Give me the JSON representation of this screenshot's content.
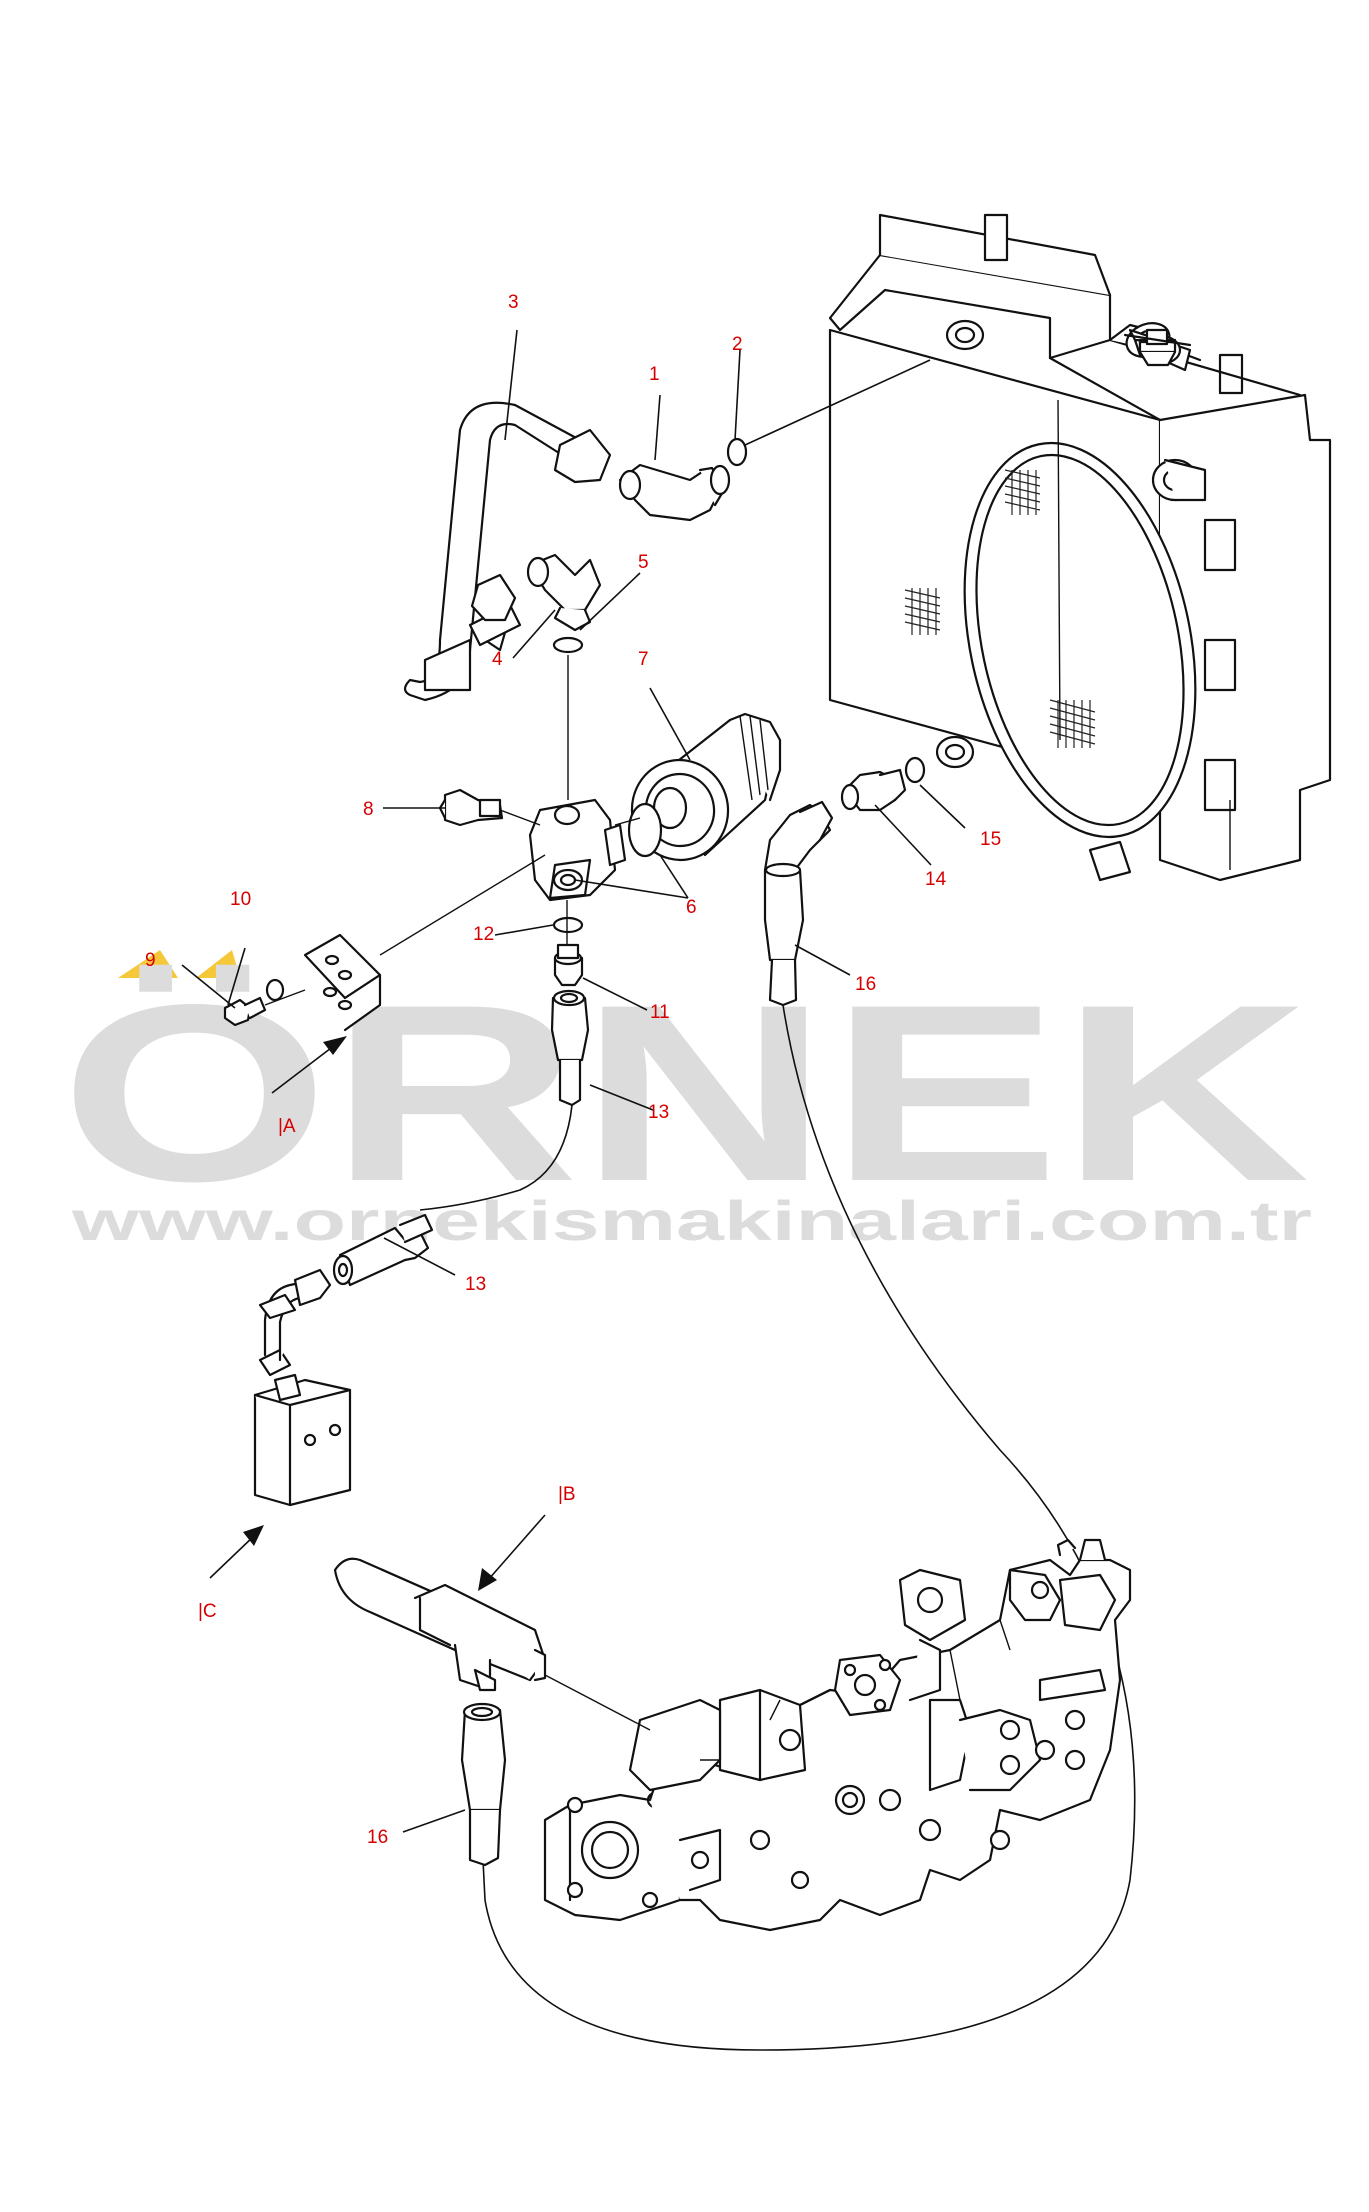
{
  "callouts": [
    {
      "id": "c1",
      "text": "1"
    },
    {
      "id": "c2",
      "text": "2"
    },
    {
      "id": "c3",
      "text": "3"
    },
    {
      "id": "c4",
      "text": "4"
    },
    {
      "id": "c5",
      "text": "5"
    },
    {
      "id": "c6",
      "text": "6"
    },
    {
      "id": "c7",
      "text": "7"
    },
    {
      "id": "c8",
      "text": "8"
    },
    {
      "id": "c9",
      "text": "9"
    },
    {
      "id": "c10",
      "text": "10"
    },
    {
      "id": "c11",
      "text": "11"
    },
    {
      "id": "c12",
      "text": "12"
    },
    {
      "id": "c13a",
      "text": "13"
    },
    {
      "id": "c13b",
      "text": "13"
    },
    {
      "id": "c14",
      "text": "14"
    },
    {
      "id": "c15",
      "text": "15"
    },
    {
      "id": "c16a",
      "text": "16"
    },
    {
      "id": "c16b",
      "text": "16"
    }
  ],
  "view_refs": [
    {
      "id": "A",
      "text": "|A"
    },
    {
      "id": "B",
      "text": "|B"
    },
    {
      "id": "C",
      "text": "|C"
    }
  ],
  "watermark": {
    "brand": "ÖRNEK",
    "url": "www.ornekismakinalari.com.tr",
    "accent_color": "#f5c83a",
    "text_color": "#dcdcdc"
  },
  "colors": {
    "callout": "#d60000",
    "line": "#111111",
    "background": "#ffffff"
  }
}
